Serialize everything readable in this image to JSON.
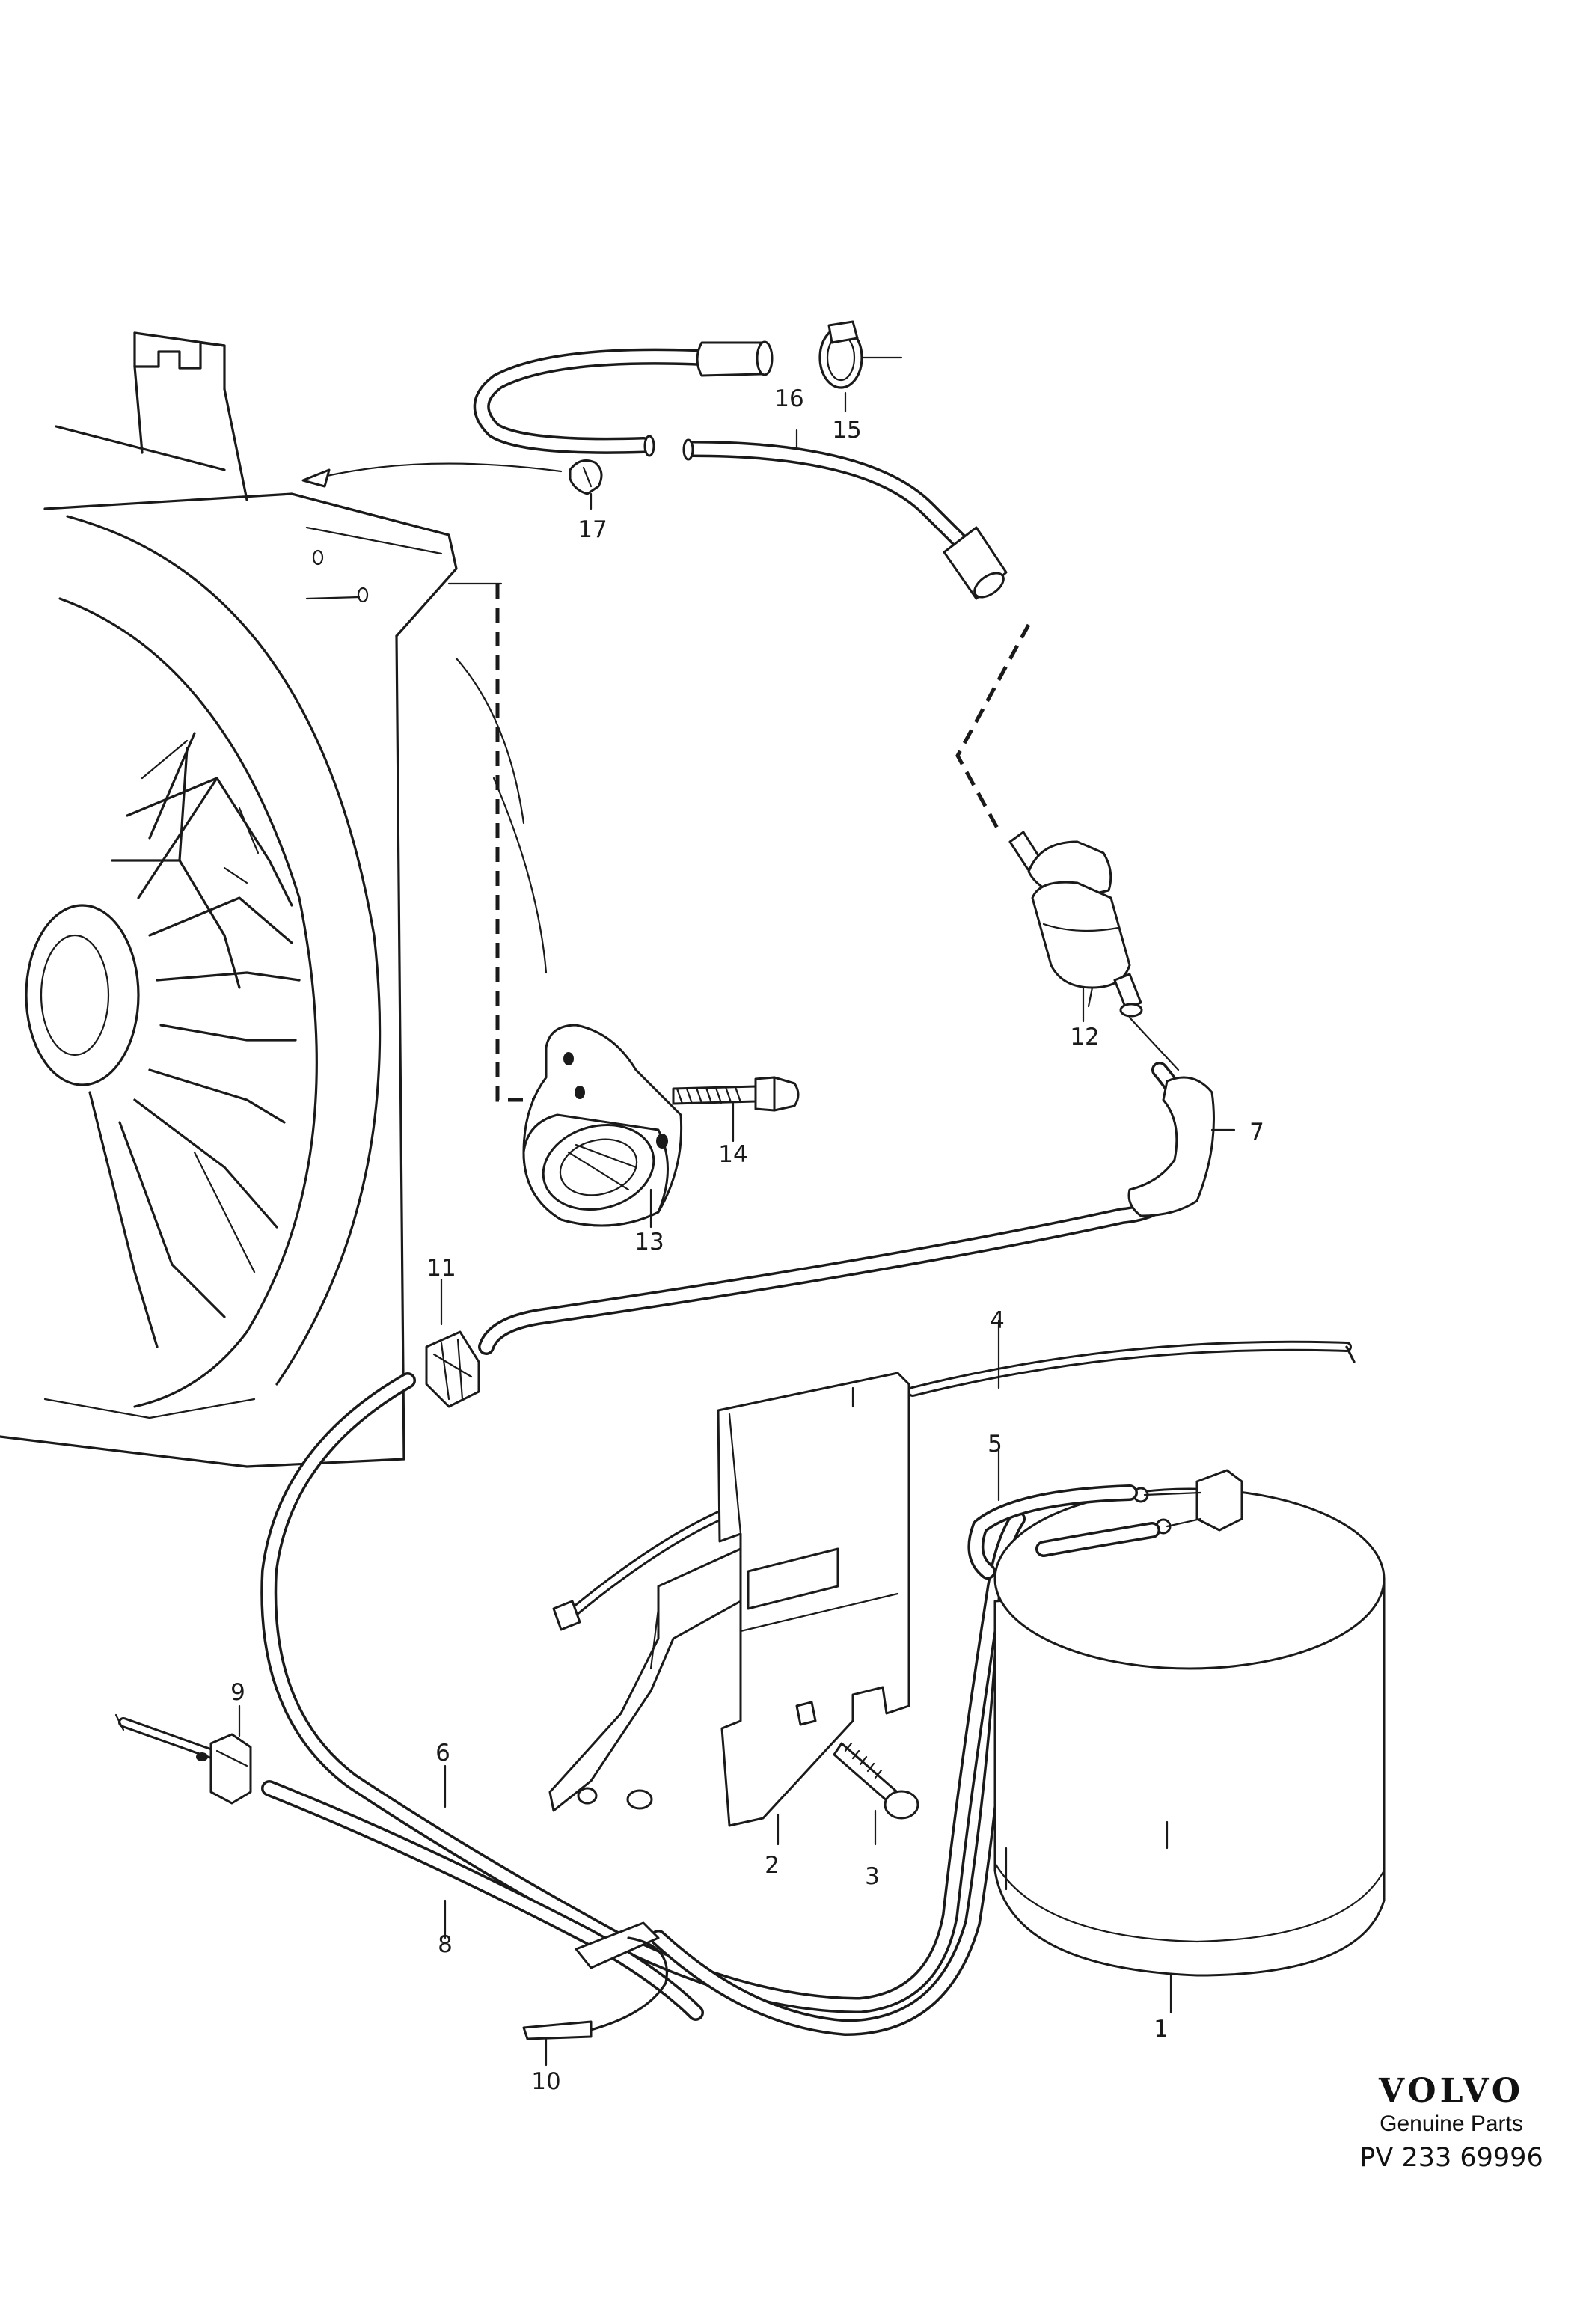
{
  "diagram": {
    "callouts": [
      {
        "id": "1",
        "label": "1"
      },
      {
        "id": "2",
        "label": "2"
      },
      {
        "id": "3",
        "label": "3"
      },
      {
        "id": "4",
        "label": "4"
      },
      {
        "id": "5",
        "label": "5"
      },
      {
        "id": "6",
        "label": "6"
      },
      {
        "id": "7",
        "label": "7"
      },
      {
        "id": "8",
        "label": "8"
      },
      {
        "id": "9",
        "label": "9"
      },
      {
        "id": "10",
        "label": "10"
      },
      {
        "id": "11",
        "label": "11"
      },
      {
        "id": "12",
        "label": "12"
      },
      {
        "id": "13",
        "label": "13"
      },
      {
        "id": "14",
        "label": "14"
      },
      {
        "id": "15",
        "label": "15"
      },
      {
        "id": "16",
        "label": "16"
      },
      {
        "id": "17",
        "label": "17"
      }
    ]
  },
  "logo": {
    "brand": "VOLVO",
    "subtitle": "Genuine Parts",
    "reference": "PV 233 69996"
  }
}
